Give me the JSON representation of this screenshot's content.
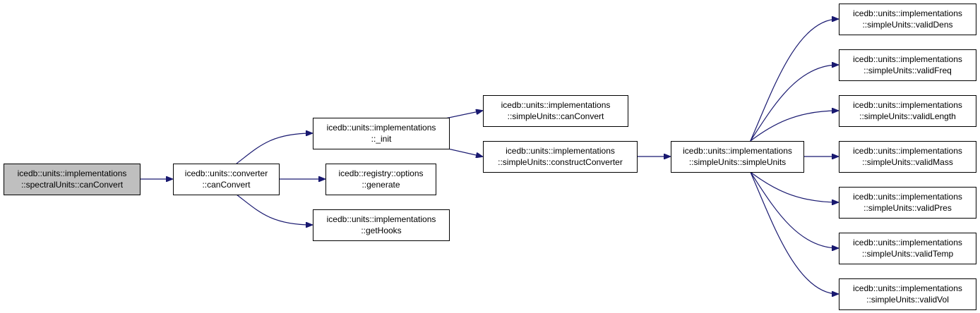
{
  "colors": {
    "edge": "#191970",
    "node_border": "#000000",
    "root_fill": "#bfbfbf",
    "node_fill": "#ffffff"
  },
  "nodes": [
    {
      "id": "root",
      "lines": [
        "icedb::units::implementations",
        "::spectralUnits::canConvert"
      ]
    },
    {
      "id": "conv_can",
      "lines": [
        "icedb::units::converter",
        "::canConvert"
      ]
    },
    {
      "id": "init",
      "lines": [
        "icedb::units::implementations",
        "::_init"
      ]
    },
    {
      "id": "reg_gen",
      "lines": [
        "icedb::registry::options",
        "::generate"
      ]
    },
    {
      "id": "gethooks",
      "lines": [
        "icedb::units::implementations",
        "::getHooks"
      ]
    },
    {
      "id": "su_can",
      "lines": [
        "icedb::units::implementations",
        "::simpleUnits::canConvert"
      ]
    },
    {
      "id": "su_construct",
      "lines": [
        "icedb::units::implementations",
        "::simpleUnits::constructConverter"
      ]
    },
    {
      "id": "su_simple",
      "lines": [
        "icedb::units::implementations",
        "::simpleUnits::simpleUnits"
      ]
    },
    {
      "id": "v_dens",
      "lines": [
        "icedb::units::implementations",
        "::simpleUnits::validDens"
      ]
    },
    {
      "id": "v_freq",
      "lines": [
        "icedb::units::implementations",
        "::simpleUnits::validFreq"
      ]
    },
    {
      "id": "v_length",
      "lines": [
        "icedb::units::implementations",
        "::simpleUnits::validLength"
      ]
    },
    {
      "id": "v_mass",
      "lines": [
        "icedb::units::implementations",
        "::simpleUnits::validMass"
      ]
    },
    {
      "id": "v_pres",
      "lines": [
        "icedb::units::implementations",
        "::simpleUnits::validPres"
      ]
    },
    {
      "id": "v_temp",
      "lines": [
        "icedb::units::implementations",
        "::simpleUnits::validTemp"
      ]
    },
    {
      "id": "v_vol",
      "lines": [
        "icedb::units::implementations",
        "::simpleUnits::validVol"
      ]
    }
  ],
  "edges": [
    {
      "from": "root",
      "to": "conv_can"
    },
    {
      "from": "conv_can",
      "to": "init"
    },
    {
      "from": "conv_can",
      "to": "reg_gen"
    },
    {
      "from": "conv_can",
      "to": "gethooks"
    },
    {
      "from": "init",
      "to": "su_can"
    },
    {
      "from": "init",
      "to": "su_construct"
    },
    {
      "from": "su_construct",
      "to": "su_simple"
    },
    {
      "from": "su_simple",
      "to": "v_dens"
    },
    {
      "from": "su_simple",
      "to": "v_freq"
    },
    {
      "from": "su_simple",
      "to": "v_length"
    },
    {
      "from": "su_simple",
      "to": "v_mass"
    },
    {
      "from": "su_simple",
      "to": "v_pres"
    },
    {
      "from": "su_simple",
      "to": "v_temp"
    },
    {
      "from": "su_simple",
      "to": "v_vol"
    }
  ]
}
